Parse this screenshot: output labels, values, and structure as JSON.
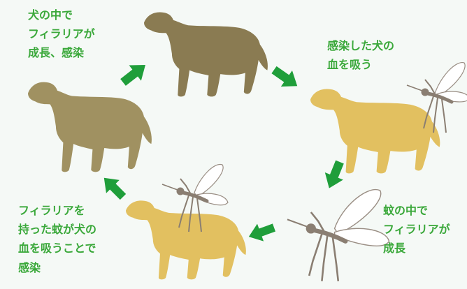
{
  "labels": {
    "top_left": [
      "犬の中で",
      "フィラリアが",
      "成長、感染"
    ],
    "top_right": [
      "感染した犬の",
      "血を吸う"
    ],
    "bottom_right": [
      "蚊の中で",
      "フィラリアが",
      "成長"
    ],
    "bottom_left": [
      "フィラリアを",
      "持った蚊が犬の",
      "血を吸うことで",
      "感染"
    ]
  },
  "colors": {
    "background": "#f5f9f6",
    "text": "#3aa83a",
    "arrow": "#1f9e3a",
    "infected_dog": "#8a7b52",
    "infected_dog_light": "#a09161",
    "healthy_dog": "#e2c060",
    "mosquito_body": "#8a7e72",
    "mosquito_wing": "#ffffff"
  },
  "icons": [
    "dog-icon",
    "mosquito-icon",
    "arrow-icon"
  ]
}
